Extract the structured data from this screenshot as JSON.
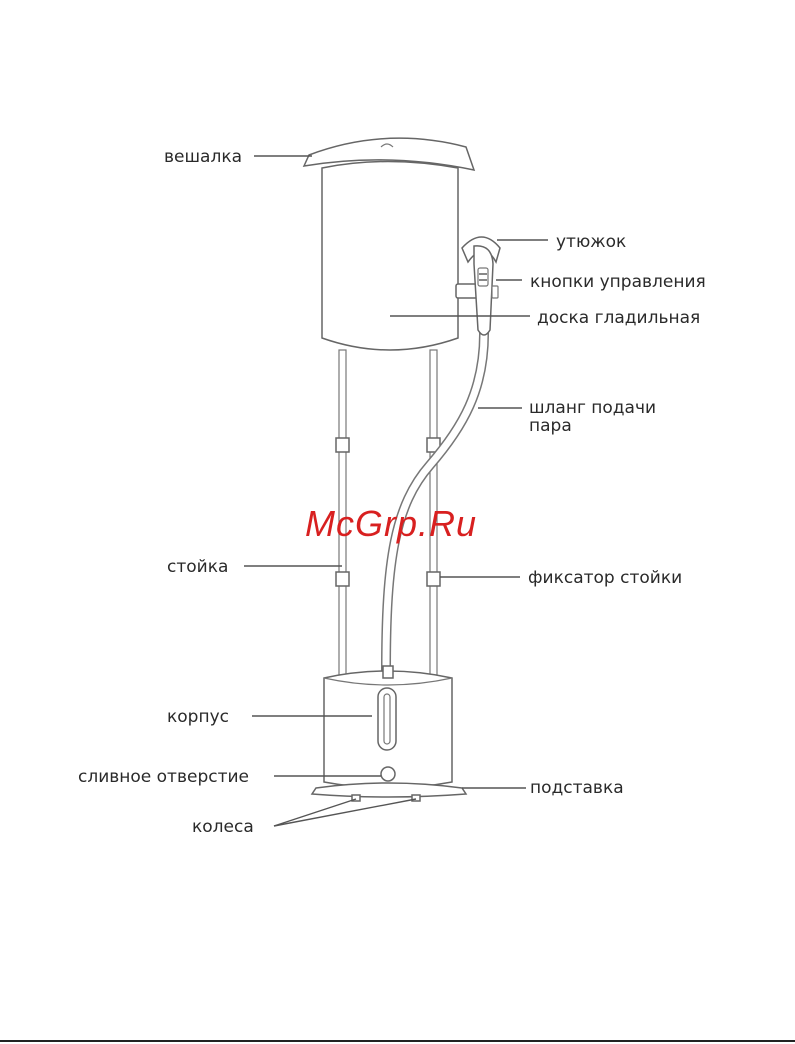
{
  "labels": {
    "hanger": "вешалка",
    "iron": "утюжок",
    "control_buttons": "кнопки управления",
    "ironing_board": "доска гладильная",
    "steam_hose_line1": "шланг подачи",
    "steam_hose_line2": "пара",
    "pole": "стойка",
    "pole_lock": "фиксатор стойки",
    "body": "корпус",
    "drain_hole": "сливное отверстие",
    "stand": "подставка",
    "wheels": "колеса"
  },
  "watermark": "McGrp.Ru"
}
